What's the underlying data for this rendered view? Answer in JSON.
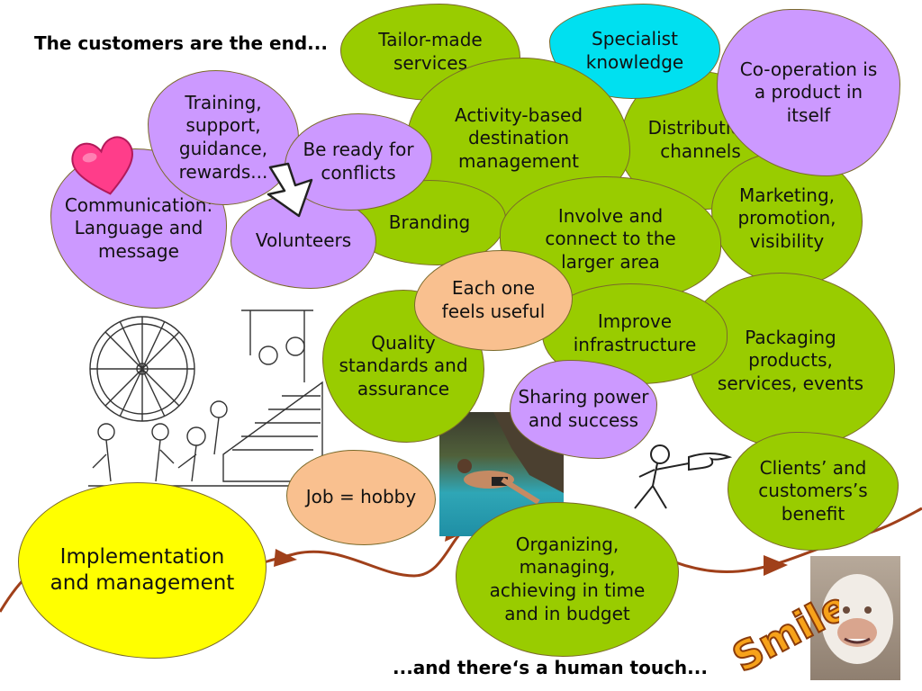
{
  "heading_top": "The customers are the end...",
  "heading_bottom": "...and there‘s a human touch...",
  "bubbles": {
    "tailor_made": "Tailor-made\nservices",
    "specialist": "Specialist\nknowledge",
    "cooperation": "Co-operation is\na product in\nitself",
    "training": "Training,\nsupport,\nguidance,\nrewards...",
    "ready_conflicts": "Be ready for\nconflicts",
    "activity_based": "Activity-based\ndestination\nmanagement",
    "distribution": "Distribution\nchannels",
    "communication": "Communication:\nLanguage and\nmessage",
    "volunteers": "Volunteers",
    "branding": "Branding",
    "involve": "Involve and\nconnect to the\nlarger area",
    "marketing": "Marketing,\npromotion,\nvisibility",
    "each_one": "Each one\nfeels useful",
    "improve": "Improve\ninfrastructure",
    "quality": "Quality\nstandards and\nassurance",
    "packaging": "Packaging\nproducts,\nservices, events",
    "sharing": "Sharing power\nand success",
    "job_hobby": "Job = hobby",
    "clients": "Clients’ and\ncustomers’s\nbenefit",
    "implementation": "Implementation\nand management",
    "organizing": "Organizing,\nmanaging,\nachieving in time\nand in budget"
  },
  "smile_text": "Smile",
  "colors": {
    "green": "#99cc00",
    "purple": "#cc99ff",
    "cyan": "#00e0f0",
    "peach": "#f9c08f",
    "yellow": "#ffff00",
    "arrow": "#a0401a",
    "heart": "#ff3d8a"
  },
  "icons": [
    "heart-icon",
    "down-arrow-icon",
    "pointing-figure-icon",
    "wheel-illustration",
    "climber-photo",
    "gorilla-photo"
  ]
}
